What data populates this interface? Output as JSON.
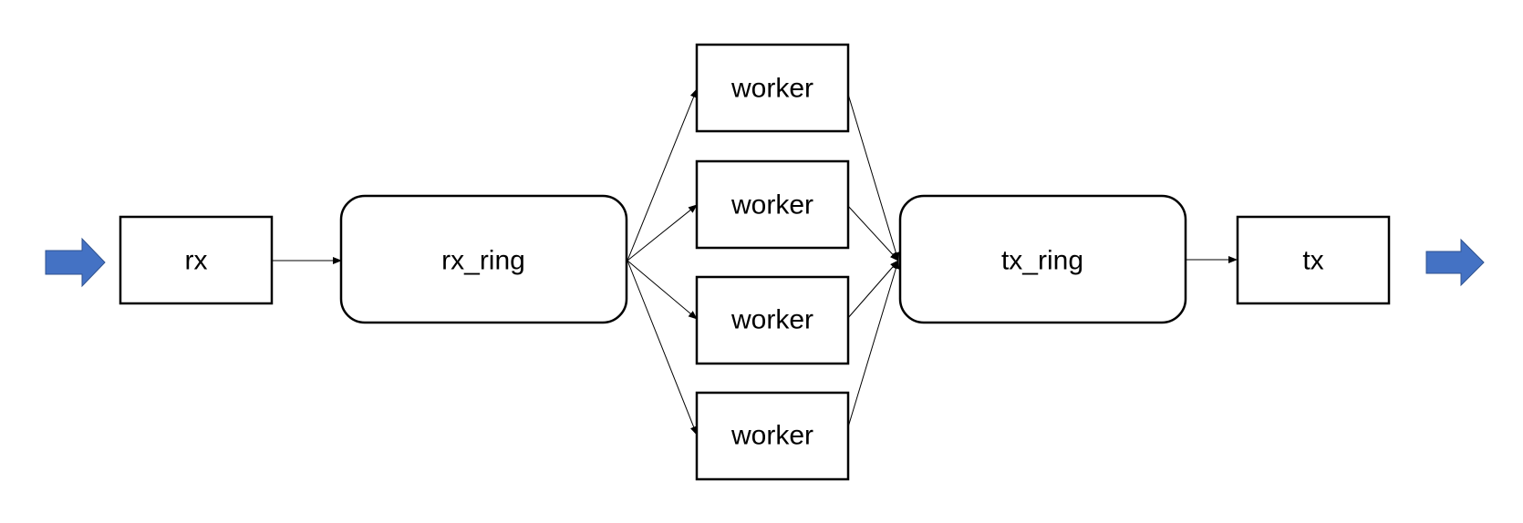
{
  "diagram": {
    "nodes": {
      "rx": "rx",
      "rx_ring": "rx_ring",
      "worker_1": "worker",
      "worker_2": "worker",
      "worker_3": "worker",
      "worker_4": "worker",
      "tx_ring": "tx_ring",
      "tx": "tx"
    },
    "edges": [
      [
        "rx",
        "rx_ring"
      ],
      [
        "rx_ring",
        "worker_1"
      ],
      [
        "rx_ring",
        "worker_2"
      ],
      [
        "rx_ring",
        "worker_3"
      ],
      [
        "rx_ring",
        "worker_4"
      ],
      [
        "worker_1",
        "tx_ring"
      ],
      [
        "worker_2",
        "tx_ring"
      ],
      [
        "worker_3",
        "tx_ring"
      ],
      [
        "worker_4",
        "tx_ring"
      ],
      [
        "tx_ring",
        "tx"
      ]
    ],
    "colors": {
      "flow_arrow": "#4472C4",
      "flow_arrow_stroke": "#2F528F",
      "box_stroke": "#000000"
    }
  }
}
